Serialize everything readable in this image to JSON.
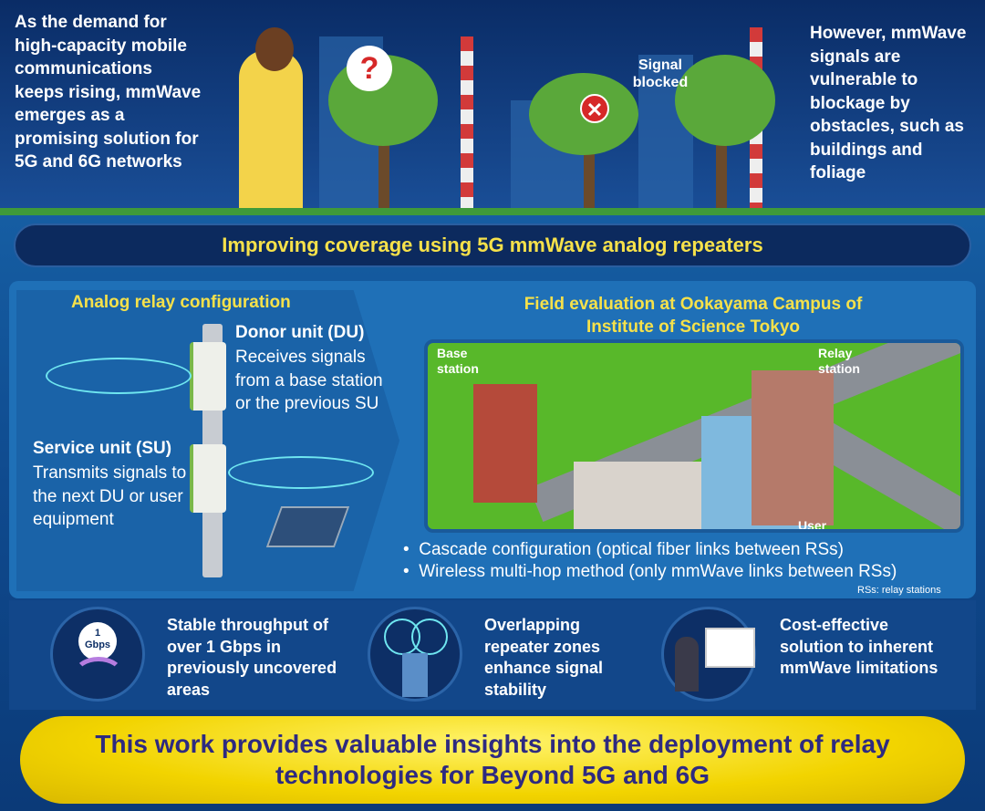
{
  "top": {
    "left_text": "As the demand for high-capacity mobile communications keeps rising, mmWave emerges as a promising solution for 5G and 6G networks",
    "right_text": "However, mmWave signals are vulnerable to blockage by obstacles, such as buildings and foliage",
    "signal_label": "Signal blocked",
    "question_mark": "?"
  },
  "title": "Improving coverage using 5G mmWave analog repeaters",
  "analog": {
    "heading": "Analog relay configuration",
    "du_title": "Donor unit (DU)",
    "du_text": "Receives signals from a base station or the previous SU",
    "su_title": "Service unit (SU)",
    "su_text": "Transmits signals to the next DU or user equipment"
  },
  "field": {
    "heading_line1": "Field evaluation at Ookayama Campus of",
    "heading_line2": "Institute of Science Tokyo",
    "base_station": "Base station",
    "relay_station": "Relay station",
    "user": "User",
    "bullets": [
      "Cascade configuration (optical fiber links between RSs)",
      "Wireless multi-hop method (only mmWave links between RSs)"
    ],
    "footnote": "RSs: relay stations"
  },
  "features": [
    {
      "badge_top": "1",
      "badge_bottom": "Gbps",
      "text": "Stable throughput of over 1 Gbps in previously uncovered areas"
    },
    {
      "text": "Overlapping repeater zones enhance signal stability"
    },
    {
      "text": "Cost-effective solution to inherent mmWave limitations"
    }
  ],
  "conclusion": "This work provides valuable insights into the deployment of relay technologies for Beyond 5G and 6G",
  "colors": {
    "accent_yellow": "#f6e14a",
    "navy": "#0c2a5e",
    "conclusion_text": "#2e2a80"
  }
}
